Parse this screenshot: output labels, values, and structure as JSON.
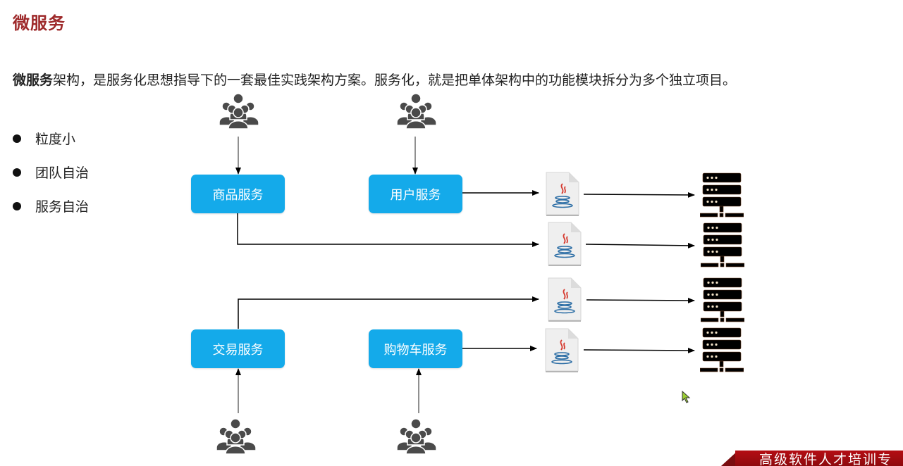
{
  "slide": {
    "title": "微服务",
    "intro_bold": "微服务",
    "intro_rest": "架构，是服务化思想指导下的一套最佳实践架构方案。服务化，就是把单体架构中的功能模块拆分为多个独立项目。",
    "bullets": [
      "粒度小",
      "团队自治",
      "服务自治"
    ]
  },
  "diagram": {
    "services": [
      {
        "label": "商品服务",
        "icon_above": "users-icon"
      },
      {
        "label": "用户服务",
        "icon_above": "users-icon"
      },
      {
        "label": "交易服务",
        "icon_below": "users-icon"
      },
      {
        "label": "购物车服务",
        "icon_below": "users-icon"
      }
    ],
    "artifact_icon": "java-file-icon",
    "server_icon": "server-rack-icon",
    "colors": {
      "service_box": "#14aaea",
      "title": "#9e2a2b",
      "users": "#4a4a4a"
    }
  },
  "footer": {
    "banner_text": "高级软件人才培训专"
  }
}
